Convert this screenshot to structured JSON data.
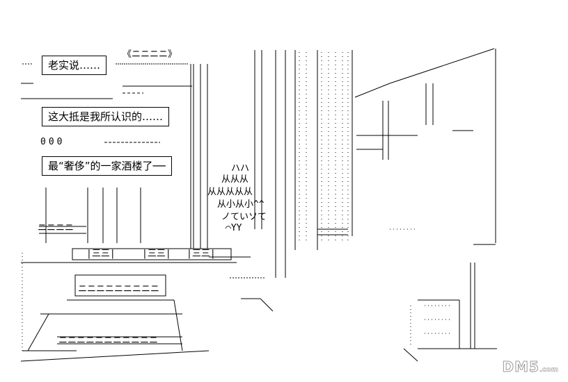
{
  "dialogs": [
    {
      "text": "老实说……"
    },
    {
      "text": "这大抵是我所认识的……"
    },
    {
      "text": "最“奢侈”的一家酒楼了──"
    }
  ],
  "art_text": {
    "top_sign": "《ニニニニ》",
    "dots": "000",
    "crowd_1": "ハハ",
    "crowd_2": "从从从",
    "crowd_3": "从从从从从",
    "crowd_4": "从小从小^^",
    "crowd_5": "ノていソて",
    "crowd_6": "⌒YY",
    "rail_left": "|三三|",
    "rail_mid": "|三三|",
    "rail_right": "|三三|",
    "table_top": "ニニニニニニニニニ",
    "table_bottom": "ニニニニニニニニニニニ",
    "side_sign": "ニニニニ"
  },
  "watermark": {
    "main": "DM5",
    "suffix": ".com"
  }
}
